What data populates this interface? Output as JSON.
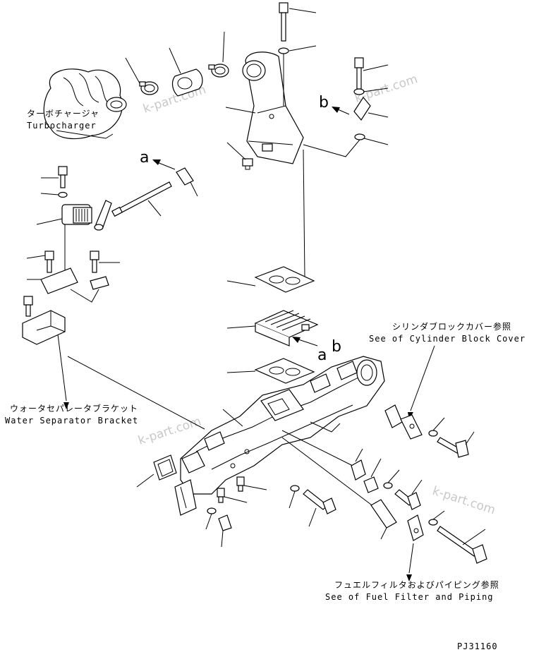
{
  "labels": {
    "turbocharger_jp": "ターボチャージャ",
    "turbocharger_en": "Turbocharger",
    "water_separator_jp": "ウォータセパレータブラケット",
    "water_separator_en": "Water Separator Bracket",
    "cylinder_block_jp": "シリンダブロックカバー参照",
    "cylinder_block_en": "See of Cylinder Block Cover",
    "fuel_filter_jp": "フュエルフィルタおよびパイピング参照",
    "fuel_filter_en": "See of Fuel Filter and Piping"
  },
  "refs": {
    "a_upper": "a",
    "a_lower": "a",
    "b_upper": "b",
    "b_lower": "b"
  },
  "watermarks": [
    "k-part.com",
    "k-part.com",
    "k-part.com",
    "k-part.com"
  ],
  "drawing_number": "PJ31160"
}
